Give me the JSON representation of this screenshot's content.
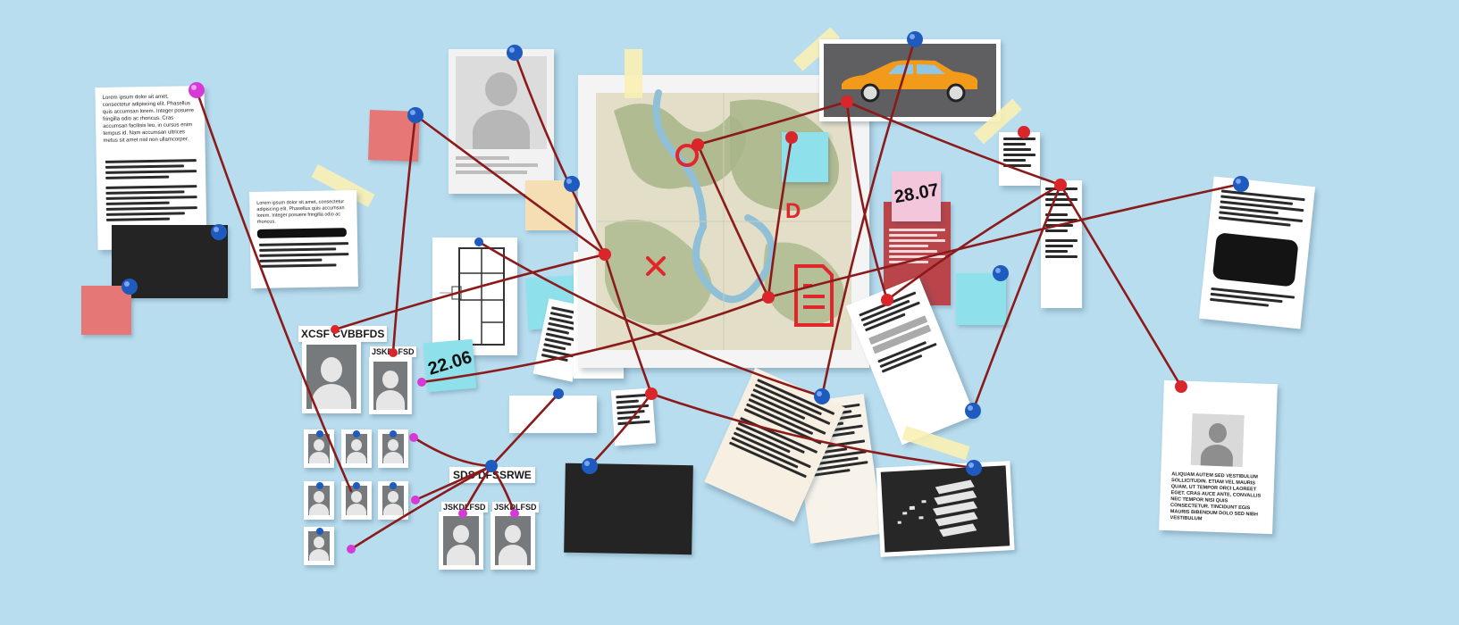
{
  "board": {
    "background_color": "#b8ddef",
    "string_color": "#8b1a1a",
    "pin_colors": {
      "blue": "#1f5bbf",
      "red": "#d8262b",
      "magenta": "#d63ad6"
    }
  },
  "labels": {
    "suspect_1": "XCSF CVBBFDS",
    "suspect_2": "JSKDLFSD",
    "group_label": "SDS DFSSRWE",
    "group_left": "JSKDLFSD",
    "group_right": "JSKDLFSD"
  },
  "sticky_dates": {
    "cyan_note": "22.06",
    "pink_note": "28.07"
  },
  "map": {
    "marks": {
      "circle": "O",
      "cross": "X",
      "letter": "D"
    }
  },
  "documents": {
    "left_note_text": "Lorem ipsum dolor sit amet, consectetur adipiscing elit. Phasellus quis accumsan lorem. Integer posuere fringilla odio ac rhoncus. Cras accumsan facilisis leo, in cursus enim tempus id. Nam accumsan ultrices metus sit amet nisl non ullamcorper.",
    "torn_note_text": "Lorem ipsum dolor sit amet, consectetur adipiscing elit. Phasellus quis accumsan lorem. Integer posuere fringilla odio ac rhoncus.",
    "bottom_right_note_text": "ALIQUAM AUTEM SED VESTIBULUM SOLLICITUDIN. ETIAM VEL MAURIS QUAM, UT TEMPOR ORCI LAOREET EGET. CRAS AUCE ANTE, CONVALLIS NEC TEMPOR NISI QUIS CONSECTETUR. TINCIDUNT EGIS MAURIS BIBENDUM DOLO SED NIBH VESTIBULUM"
  }
}
